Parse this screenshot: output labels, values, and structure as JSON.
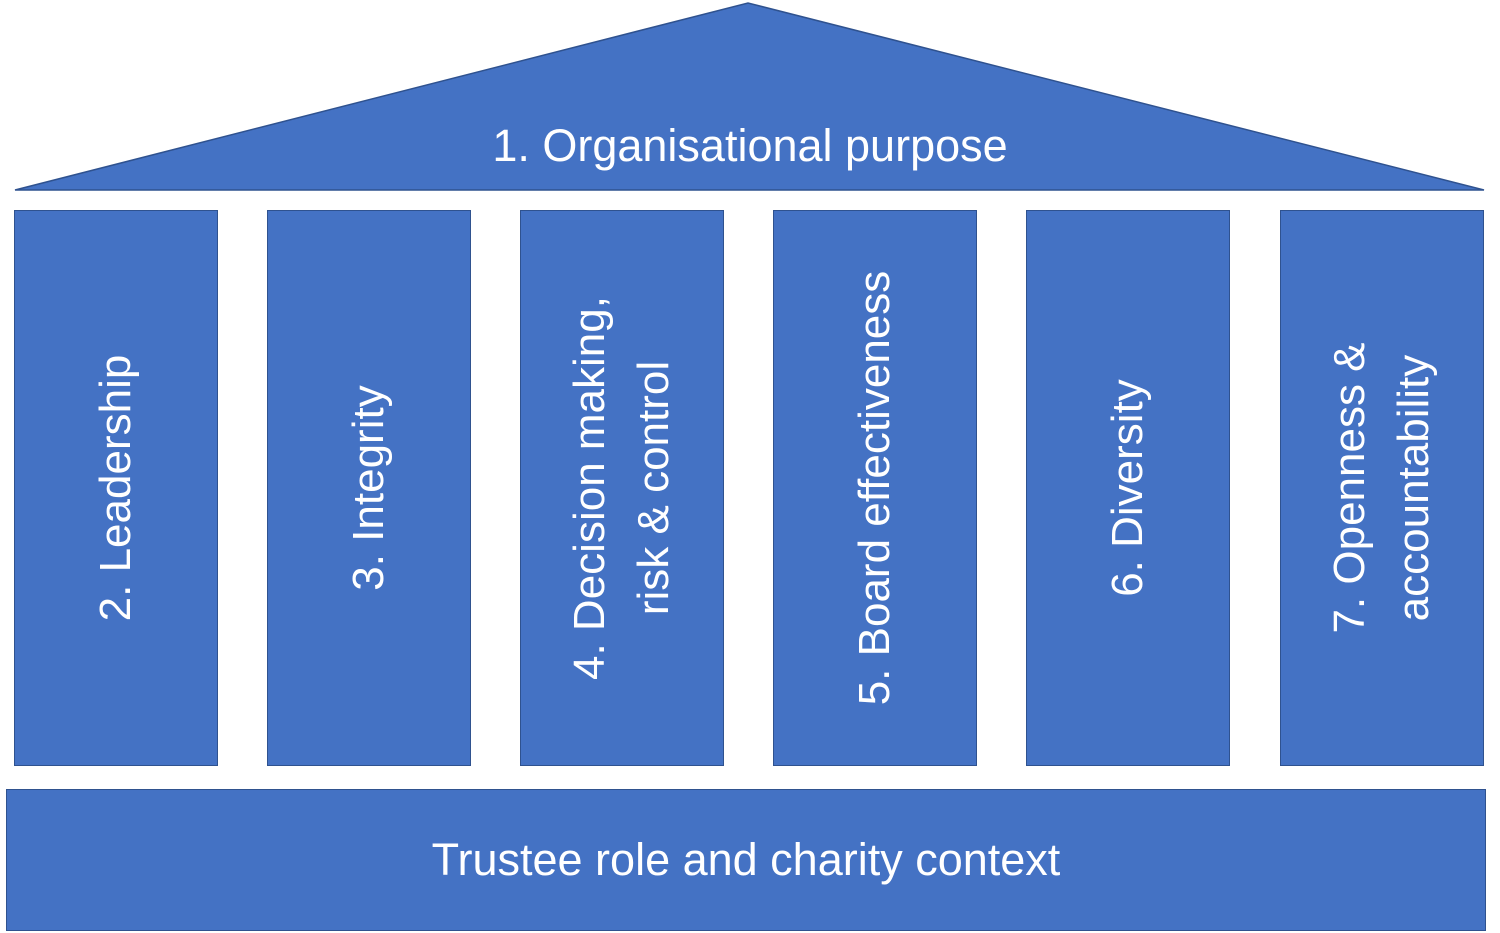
{
  "colors": {
    "fill": "#4472c4",
    "border": "#2f528f",
    "text": "#ffffff",
    "background": "#ffffff"
  },
  "roof": {
    "label": "1. Organisational purpose"
  },
  "pillars": [
    {
      "label": "2. Leadership"
    },
    {
      "label": "3. Integrity"
    },
    {
      "label": "4. Decision making, risk & control"
    },
    {
      "label": "5. Board effectiveness"
    },
    {
      "label": "6. Diversity"
    },
    {
      "label": "7. Openness & accountability"
    }
  ],
  "base": {
    "label": "Trustee role and charity context"
  }
}
